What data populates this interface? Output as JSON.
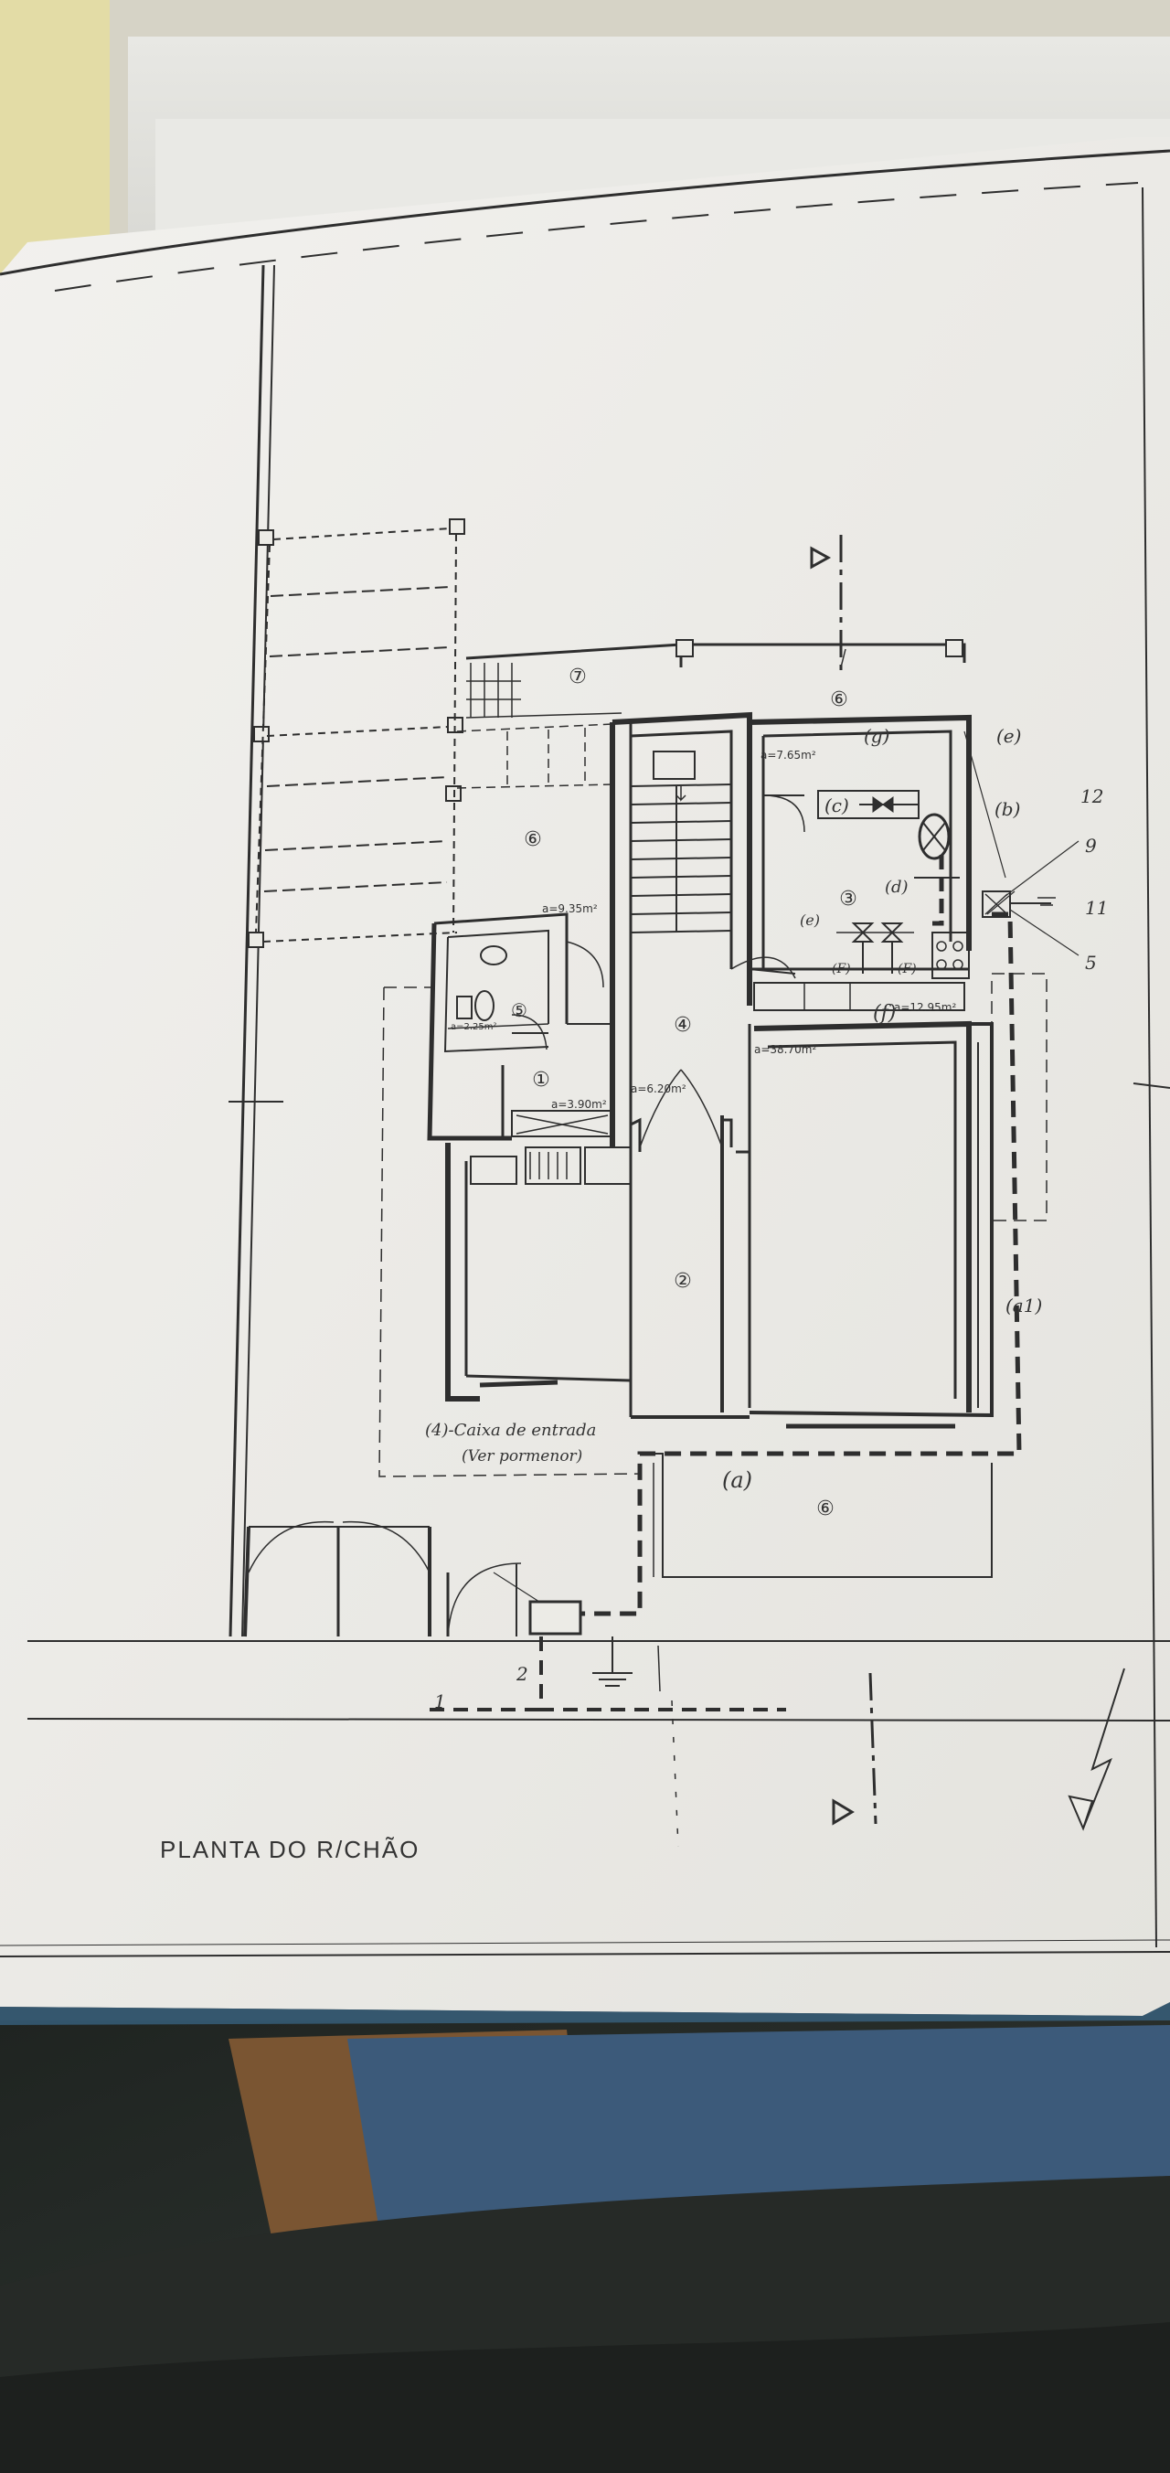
{
  "drawing": {
    "title": "PLANTA DO R/CHÃO"
  },
  "rooms": [
    {
      "id": "r1",
      "number": "①",
      "area": "a=3.90m²"
    },
    {
      "id": "r2",
      "number": "②",
      "area": ""
    },
    {
      "id": "r3",
      "number": "③",
      "area": "a=12.95m²"
    },
    {
      "id": "r4",
      "number": "④",
      "area": "a=6.20m²"
    },
    {
      "id": "r5",
      "number": "⑤",
      "area": "a=2.25m²"
    },
    {
      "id": "r6a",
      "number": "⑥",
      "area": "a=9.35m²"
    },
    {
      "id": "r6b",
      "number": "⑥",
      "area": "a=7.65m²"
    },
    {
      "id": "r6c",
      "number": "⑥",
      "area": ""
    },
    {
      "id": "r7",
      "number": "⑦",
      "area": ""
    },
    {
      "id": "living",
      "number": "",
      "area": "a=38.70m²"
    }
  ],
  "annotations": {
    "caixa_line1": "(4)-Caixa de entrada",
    "caixa_line2": "(Ver pormenor)",
    "a": "(a)",
    "a1": "(a1)",
    "b": "(b)",
    "c": "(c)",
    "e": "(e)",
    "f": "(f)",
    "g": "(g)",
    "d": "(d)",
    "e2": "(e)",
    "f2": "(F)",
    "f3": "(F)",
    "n12": "12",
    "n9": "9",
    "n11": "11",
    "n5": "5",
    "n1": "1",
    "n2": "2"
  },
  "colors": {
    "paper": "#ecebe6",
    "ink": "#2e2e2e",
    "background_dark": "#2a2d2b",
    "desk_wood": "#7a5532",
    "fabric_blue": "#3c5a7a"
  }
}
